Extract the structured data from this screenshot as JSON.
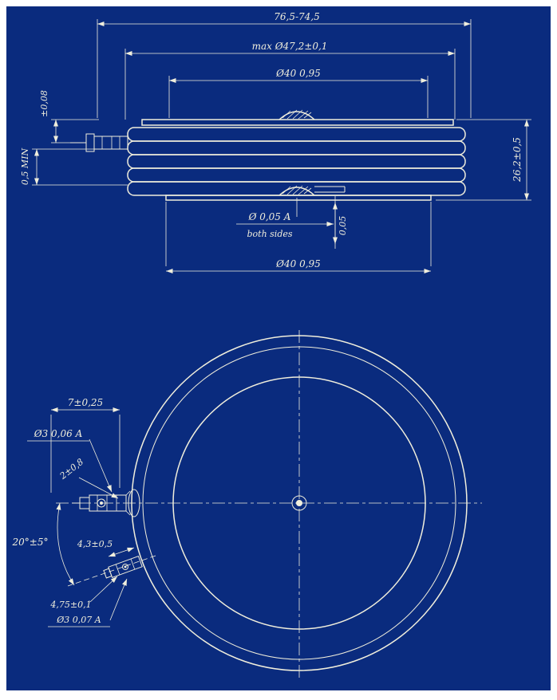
{
  "colors": {
    "bg": "#0a2b7e",
    "line": "#f0eedc",
    "page": "#ffffff"
  },
  "side_view": {
    "dim_overall": "76,5-74,5",
    "dim_pole_max": "max Ø47,2±0,1",
    "dim_face_top": "Ø40 0,95",
    "dim_height": "26,2±0,5",
    "dim_offset": "±0,08",
    "dim_min_gap": "0,5 MIN",
    "runout": "Ø 0,05 A",
    "runout_note": "both sides",
    "dim_stub": "0,05",
    "dim_face_bottom": "Ø40 0,95"
  },
  "plan_view": {
    "dim_lead_length": "7±0,25",
    "lead_tolerance": "Ø3 0,06 A",
    "dim_lead_width": "2±0,8",
    "dim_pin_angle": "20°±5°",
    "dim_pin_a": "4,3±0,5",
    "dim_pin_b": "4,75±0,1",
    "pin_tolerance": "Ø3 0,07 A"
  }
}
